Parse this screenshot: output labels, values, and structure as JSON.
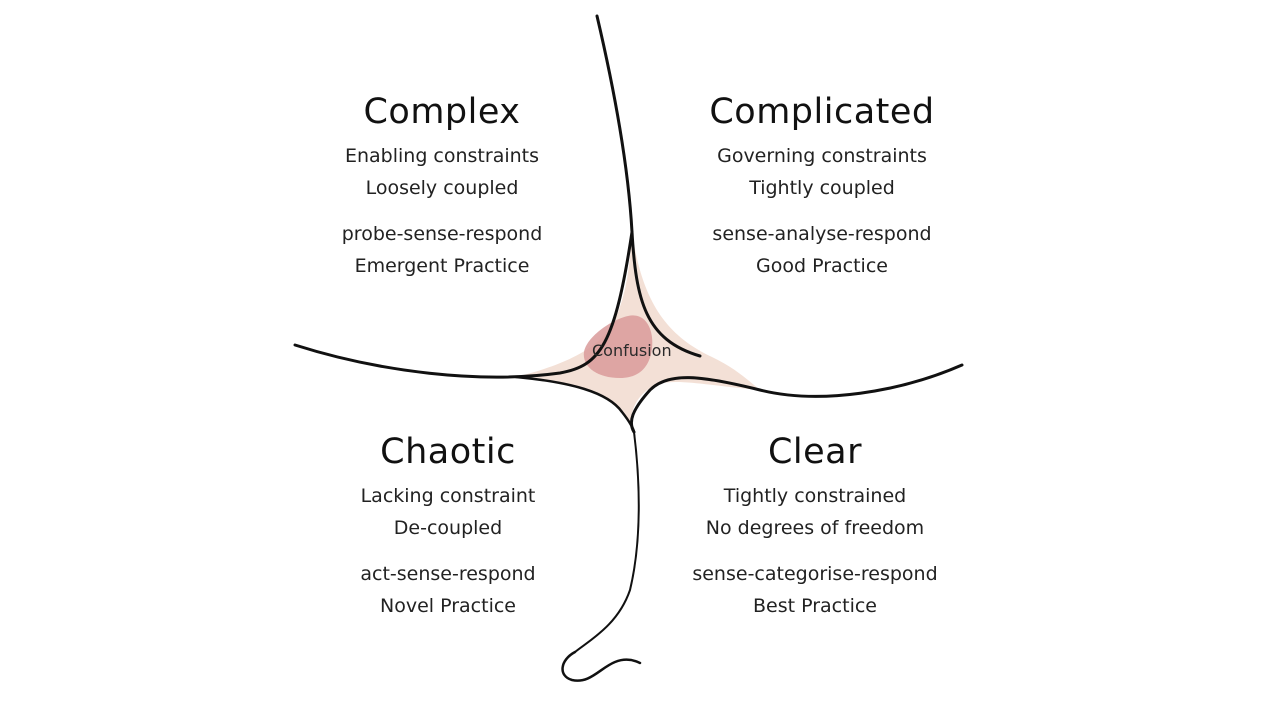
{
  "colors": {
    "line": "#111111",
    "confusion_fill": "#f3e0d6",
    "confusion_core": "#d99a9a",
    "wash_pink": "#e2a4aa",
    "wash_blue": "#9eced4",
    "wash_peach": "#fadcb6"
  },
  "confusion": {
    "label": "Confusion"
  },
  "domains": [
    {
      "title": "Complex",
      "constraints": [
        "Enabling constraints",
        "Loosely coupled"
      ],
      "approach": "probe-sense-respond",
      "practice": "Emergent Practice"
    },
    {
      "title": "Complicated",
      "constraints": [
        "Governing constraints",
        "Tightly coupled"
      ],
      "approach": "sense-analyse-respond",
      "practice": "Good Practice"
    },
    {
      "title": "Chaotic",
      "constraints": [
        "Lacking constraint",
        "De-coupled"
      ],
      "approach": "act-sense-respond",
      "practice": "Novel Practice"
    },
    {
      "title": "Clear",
      "constraints": [
        "Tightly constrained",
        "No degrees of freedom"
      ],
      "approach": "sense-categorise-respond",
      "practice": "Best Practice"
    }
  ]
}
